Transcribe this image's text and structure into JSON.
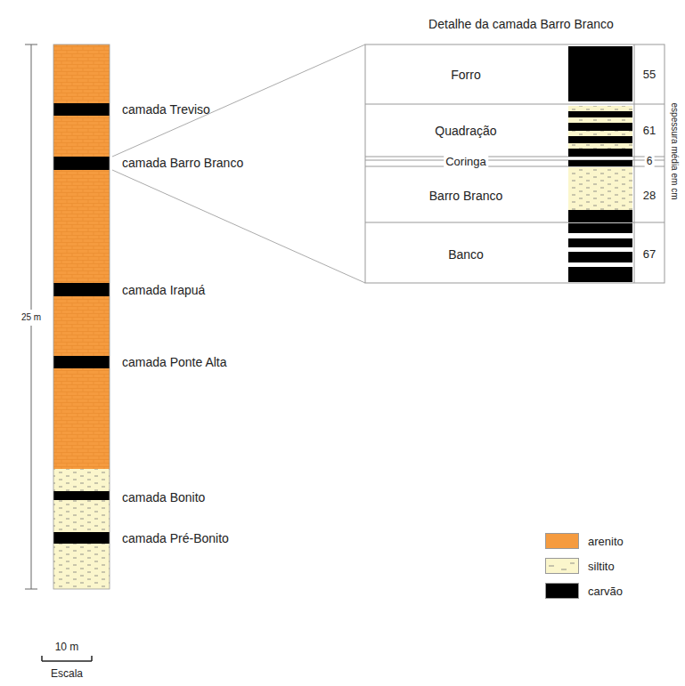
{
  "diagram": {
    "labels": [
      "camada Treviso",
      "camada Barro Branco",
      "camada Irapuá",
      "camada Ponte Alta",
      "camada Bonito",
      "camada Pré-Bonito",
      "Detalhe da camada Barro Branco",
      "Forro",
      "55",
      "Quadração",
      "61",
      "Coringa",
      "6",
      "Barro Branco",
      "28",
      "Banco",
      "67",
      "espessura média em cm",
      "25 m",
      "10 m",
      "Escala"
    ],
    "legend": [
      {
        "text": "arenito",
        "color": "#f59b3f"
      },
      {
        "text": "siltito",
        "color": "#fbf6cc"
      },
      {
        "text": "carvão",
        "color": "#000000"
      }
    ]
  }
}
